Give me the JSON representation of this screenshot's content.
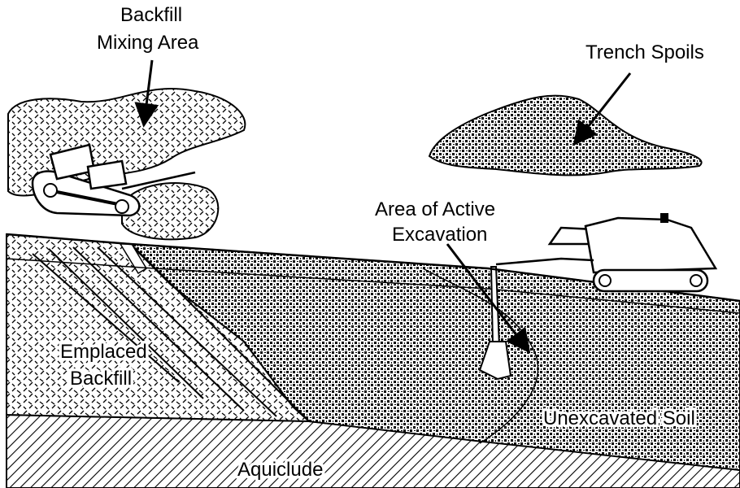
{
  "labels": {
    "backfill_mixing_area_line1": "Backfill",
    "backfill_mixing_area_line2": "Mixing Area",
    "trench_spoils": "Trench Spoils",
    "area_active_excavation_line1": "Area of Active",
    "area_active_excavation_line2": "Excavation",
    "emplaced_backfill_line1": "Emplaced",
    "emplaced_backfill_line2": "Backfill",
    "unexcavated_soil": "Unexcavated Soil",
    "aquiclude": "Aquiclude"
  }
}
